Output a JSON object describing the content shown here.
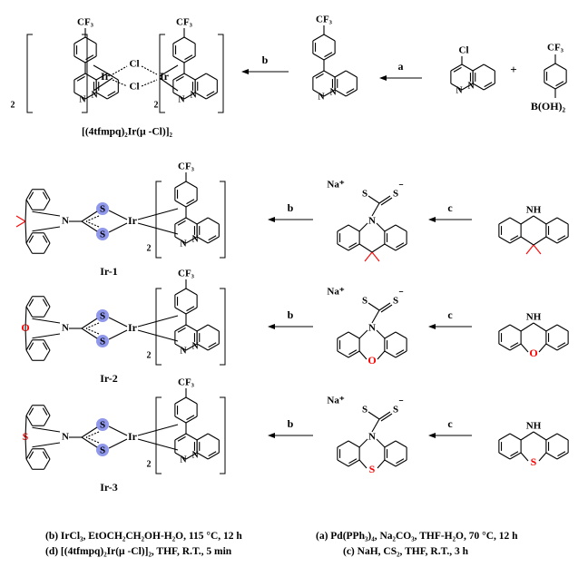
{
  "scheme": {
    "row1": {
      "reagent_boronic": "B(OH)₂",
      "reagent_boronic_cf3": "CF₃",
      "plus": "+",
      "chloro": "Cl",
      "arrow_a": "a",
      "arrow_b": "b",
      "ligand_cf3": "CF₃",
      "dimer_cf3_left": "CF₃",
      "dimer_cf3_right": "CF₃",
      "dimer_cl_top": "Cl",
      "dimer_cl_bottom": "Cl",
      "dimer_ir_left": "Ir",
      "dimer_ir_right": "Ir",
      "dimer_sub_left": "2",
      "dimer_sub_right": "2",
      "dimer_label": "[(4tfmpq)₂Ir(μ -Cl)]₂"
    },
    "rows": [
      {
        "heteroatom": "",
        "arrow_c": "c",
        "arrow_b": "b",
        "na": "Na⁺",
        "anion": "⁻",
        "s_thione": "S",
        "cf3": "CF₃",
        "ir": "Ir",
        "sub": "2",
        "label": "Ir-1",
        "hetero_color": "#ff0000"
      },
      {
        "heteroatom": "O",
        "arrow_c": "c",
        "arrow_b": "b",
        "na": "Na⁺",
        "anion": "⁻",
        "s_thione": "S",
        "cf3": "CF₃",
        "ir": "Ir",
        "sub": "2",
        "label": "Ir-2",
        "hetero_color": "#ff0000"
      },
      {
        "heteroatom": "S",
        "arrow_c": "c",
        "arrow_b": "b",
        "na": "Na⁺",
        "anion": "⁻",
        "s_thione": "S",
        "cf3": "CF₃",
        "ir": "Ir",
        "sub": "2",
        "label": "Ir-3",
        "hetero_color": "#ff0000"
      }
    ],
    "n_label": "N",
    "nh_label": "NH",
    "s_atom": "S",
    "highlight_color": "#7b86e6"
  },
  "conditions": {
    "a": "(a) Pd(PPh₃)₄, Na₂CO₃, THF-H₂O, 70 °C, 12 h",
    "c": "(c) NaH, CS₂, THF, R.T., 3 h",
    "b": "(b) IrCl₃, EtOCH₂CH₂OH-H₂O, 115 °C, 12 h",
    "d": "(d) [(4tfmpq)₂Ir(μ -Cl)]₂, THF, R.T., 5 min"
  }
}
